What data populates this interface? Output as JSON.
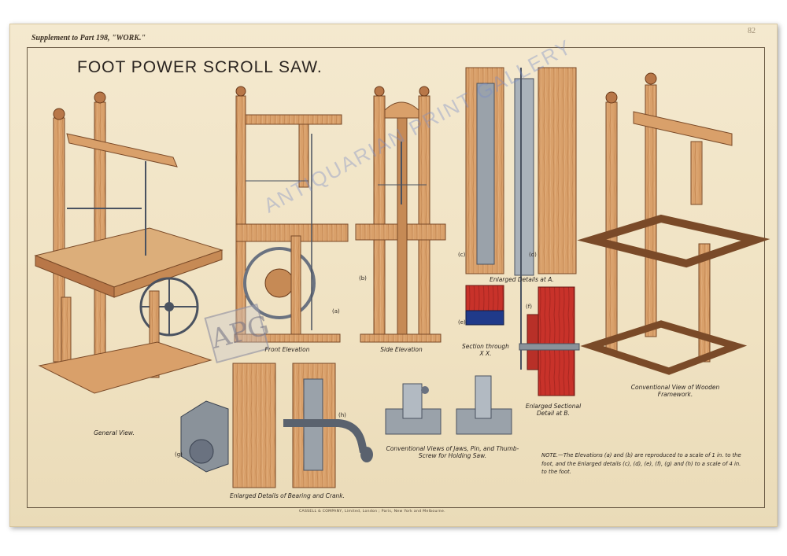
{
  "header": {
    "supplement": "Supplement to Part 198, \"WORK.\"",
    "page_number": "82",
    "title": "FOOT POWER SCROLL SAW."
  },
  "captions": {
    "general_view": "General View.",
    "front_elevation": "Front Elevation",
    "side_elevation": "Side Elevation",
    "enlarged_details_a": "Enlarged Details at A.",
    "section_through": "Section through X X.",
    "enlarged_sectional_b": "Enlarged Sectional Detail at B.",
    "conventional_framework": "Conventional View of Wooden Framework.",
    "bearing_crank": "Enlarged Details of Bearing and Crank.",
    "jaws_pin": "Conventional Views of Jaws, Pin, and Thumb-Screw for Holding Saw."
  },
  "labels": {
    "a": "(a)",
    "b": "(b)",
    "c": "(c)",
    "d": "(d)",
    "e": "(e)",
    "f": "(f)",
    "g": "(g)",
    "h": "(h)"
  },
  "note": "NOTE.—The Elevations (a) and (b) are reproduced to a scale of 1 in. to the foot, and the Enlarged details (c), (d), (e), (f), (g) and (h) to a scale of 4 in. to the foot.",
  "footer": "CASSELL & COMPANY, Limited, London ; Paris, New York and Melbourne.",
  "watermark": "ANTIQUARIAN PRINT GALLERY",
  "colors": {
    "paper": "#f0e2c2",
    "wood": "#d9a06a",
    "wood_dark": "#b87748",
    "metal": "#9aa2aa",
    "red_section": "#c0302a",
    "blue_section": "#203a8a"
  }
}
